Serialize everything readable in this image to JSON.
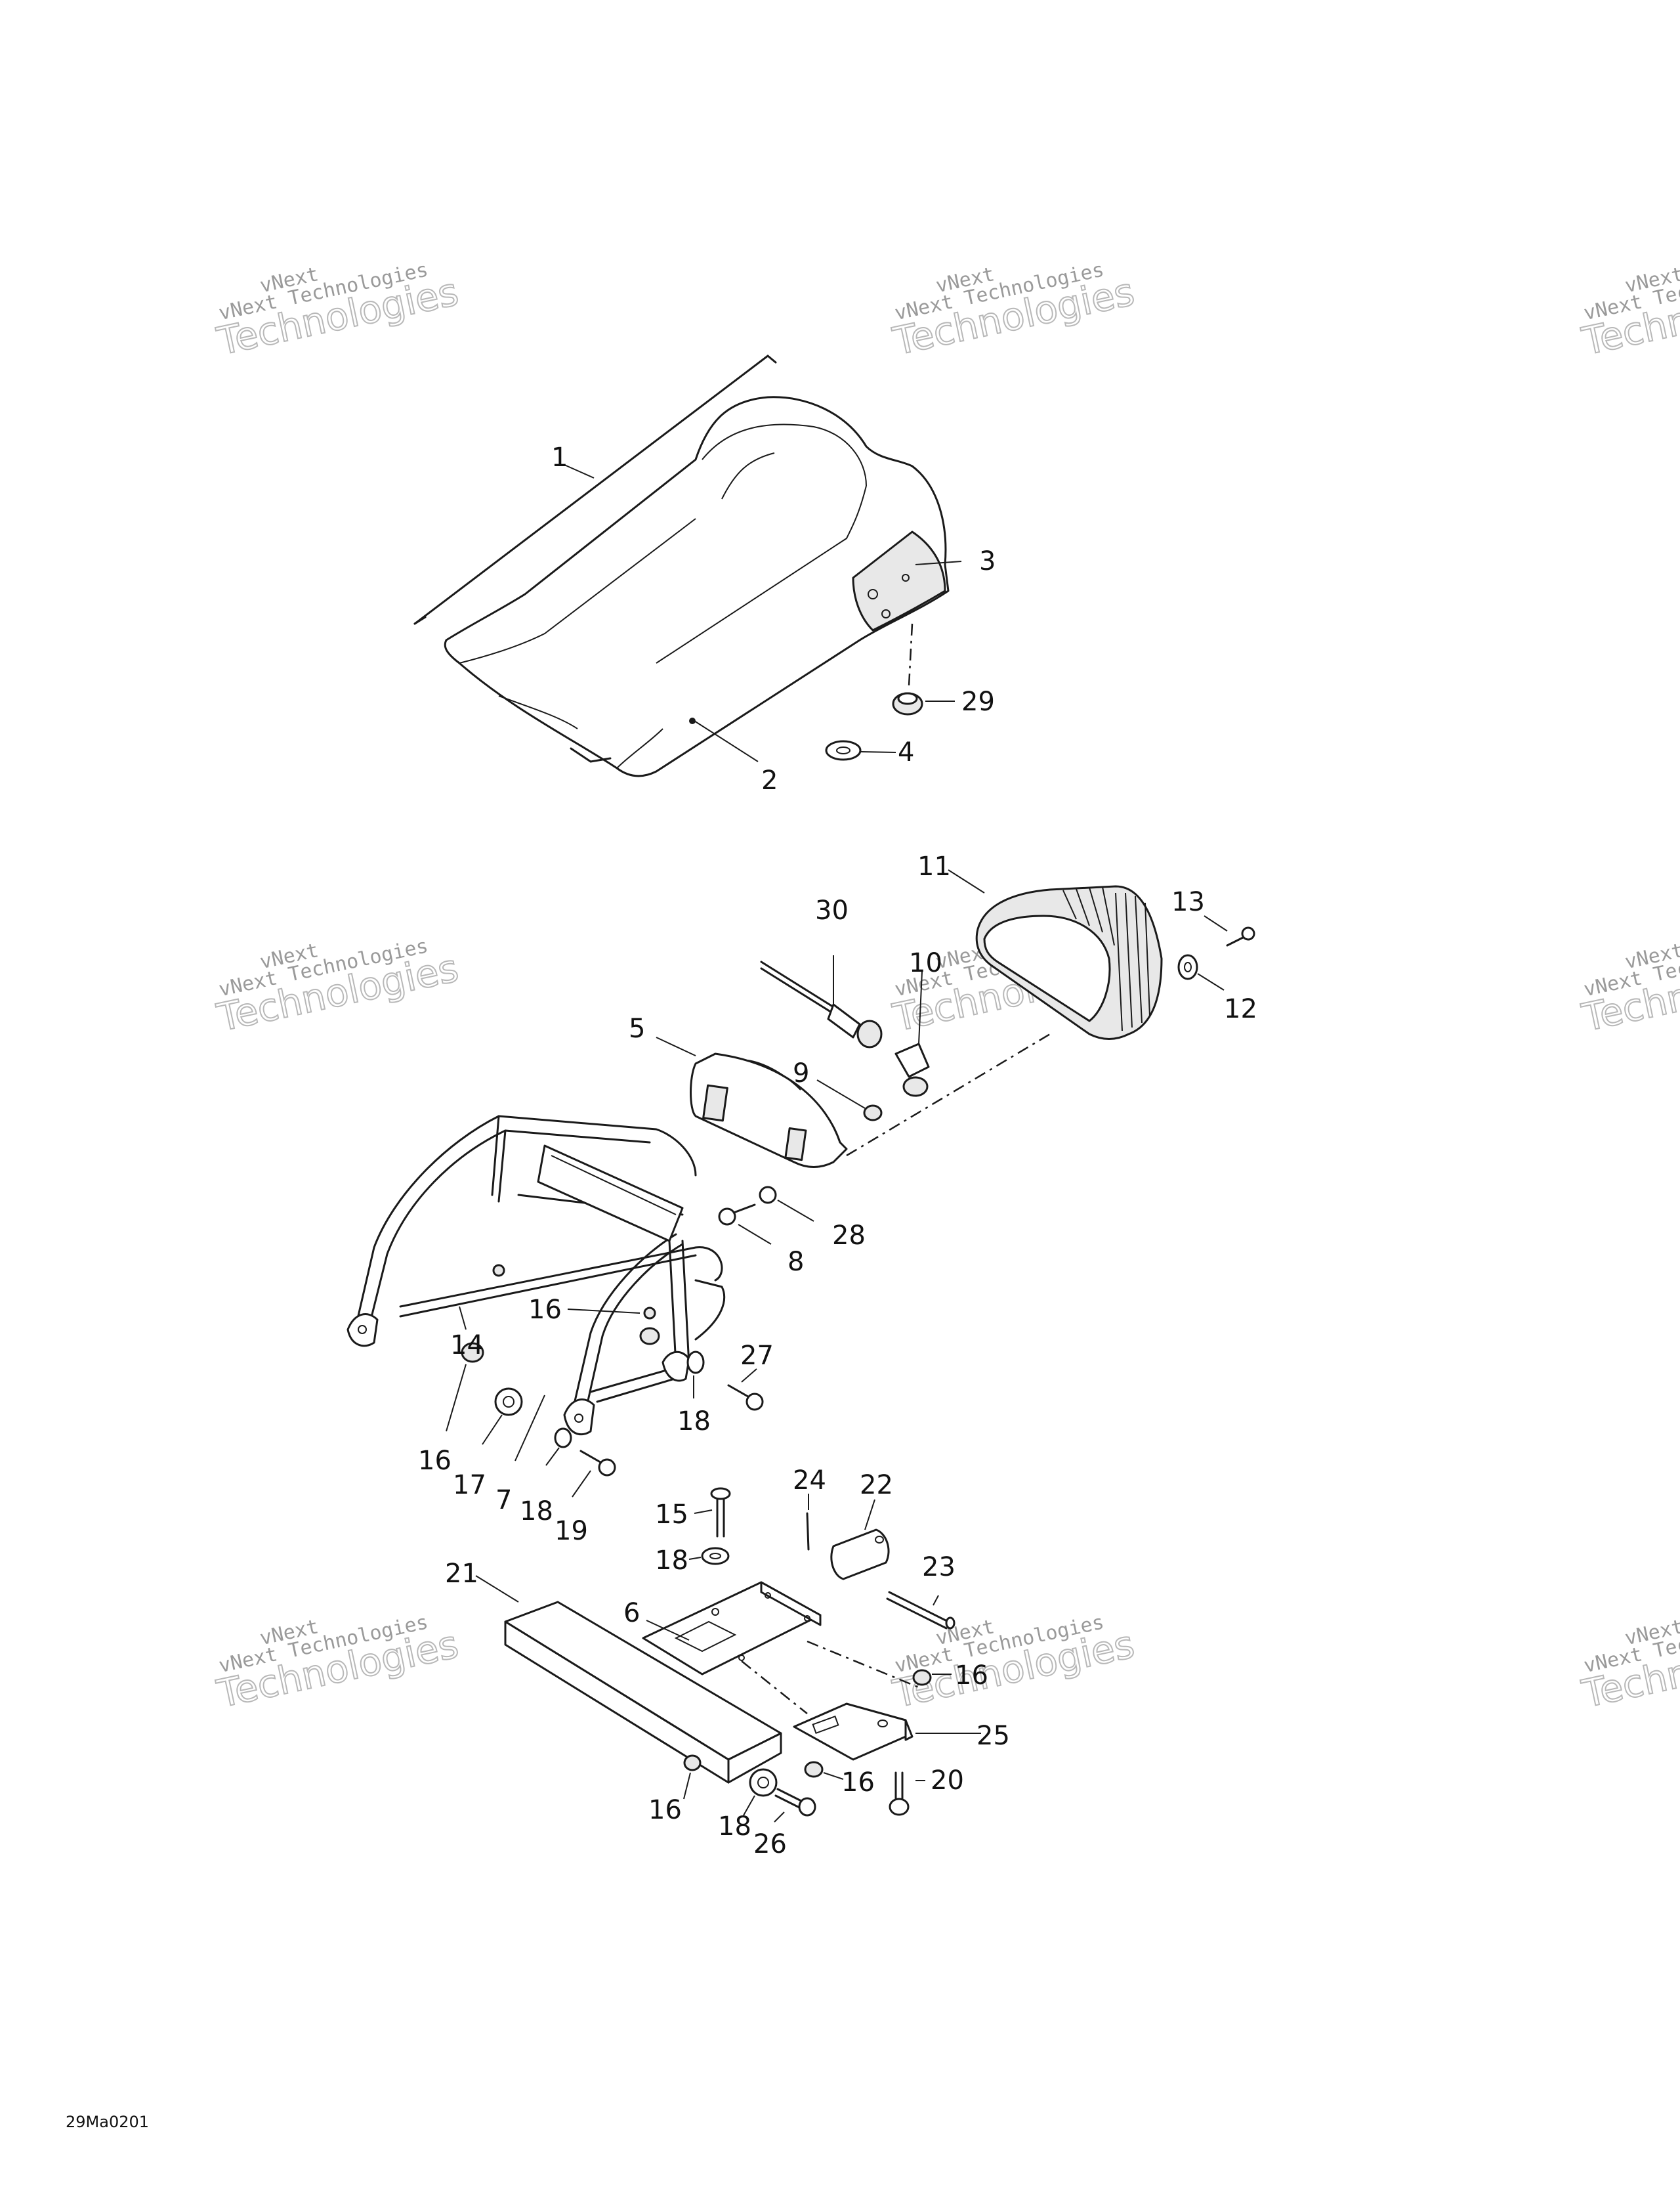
{
  "watermark": {
    "line1": "vNext",
    "line2": "vNext Technologies",
    "line3": "Technologies"
  },
  "figure_code": "29Ma0201",
  "callouts": [
    "1",
    "2",
    "3",
    "29",
    "4",
    "30",
    "11",
    "13",
    "12",
    "10",
    "5",
    "9",
    "28",
    "8",
    "14",
    "16",
    "27",
    "18",
    "16",
    "17",
    "7",
    "18",
    "19",
    "24",
    "22",
    "15",
    "18",
    "23",
    "21",
    "6",
    "16",
    "25",
    "16",
    "20",
    "16",
    "18",
    "26"
  ]
}
